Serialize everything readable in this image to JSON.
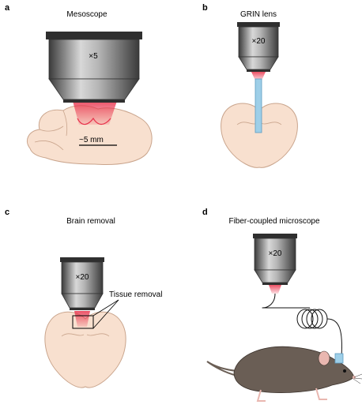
{
  "panels": [
    {
      "id": "a",
      "label": "a",
      "title": "Mesoscope",
      "magnification": "×5",
      "scale_label": "~5 mm"
    },
    {
      "id": "b",
      "label": "b",
      "title": "GRIN lens",
      "magnification": "×20"
    },
    {
      "id": "c",
      "label": "c",
      "title": "Brain removal",
      "magnification": "×20",
      "annotation": "Tissue removal"
    },
    {
      "id": "d",
      "label": "d",
      "title": "Fiber-coupled microscope",
      "magnification": "×20"
    }
  ],
  "colors": {
    "objective_dark": "#3b3b3b",
    "objective_light": "#cfcfcf",
    "brain_fill": "#f8e0cf",
    "brain_stroke": "#c9a48c",
    "laser": "#e8314a",
    "grin_lens": "#9ecfe8",
    "mouse_body": "#6a5e55",
    "mouse_pink": "#e9b7b0"
  }
}
